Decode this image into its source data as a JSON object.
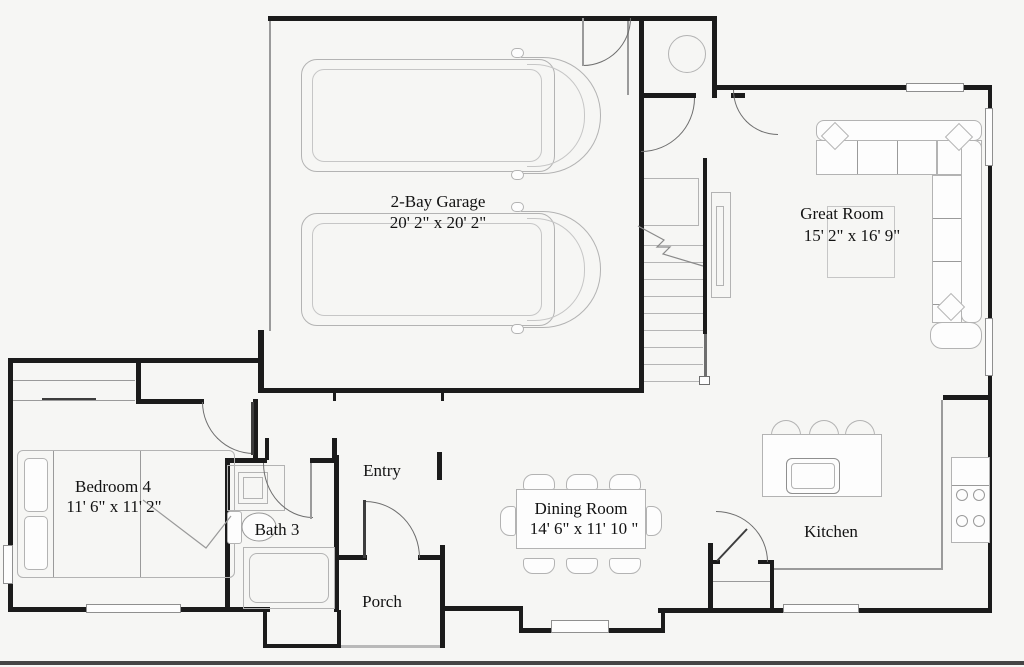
{
  "colors": {
    "background": "#f6f6f4",
    "wall": "#1b1b1b",
    "furniture_line": "#b3b3b3",
    "text": "#121212"
  },
  "rooms": {
    "garage": {
      "name": "2-Bay Garage",
      "dims": "20' 2\" x 20' 2\""
    },
    "great_room": {
      "name": "Great Room",
      "dims": "15' 2\" x 16' 9\""
    },
    "bedroom4": {
      "name": "Bedroom 4",
      "dims": "11' 6\" x 11' 2\""
    },
    "bath3": {
      "name": "Bath 3"
    },
    "entry": {
      "name": "Entry"
    },
    "dining": {
      "name": "Dining Room",
      "dims": "14' 6\" x 11' 10 \""
    },
    "porch": {
      "name": "Porch"
    },
    "kitchen": {
      "name": "Kitchen"
    }
  }
}
